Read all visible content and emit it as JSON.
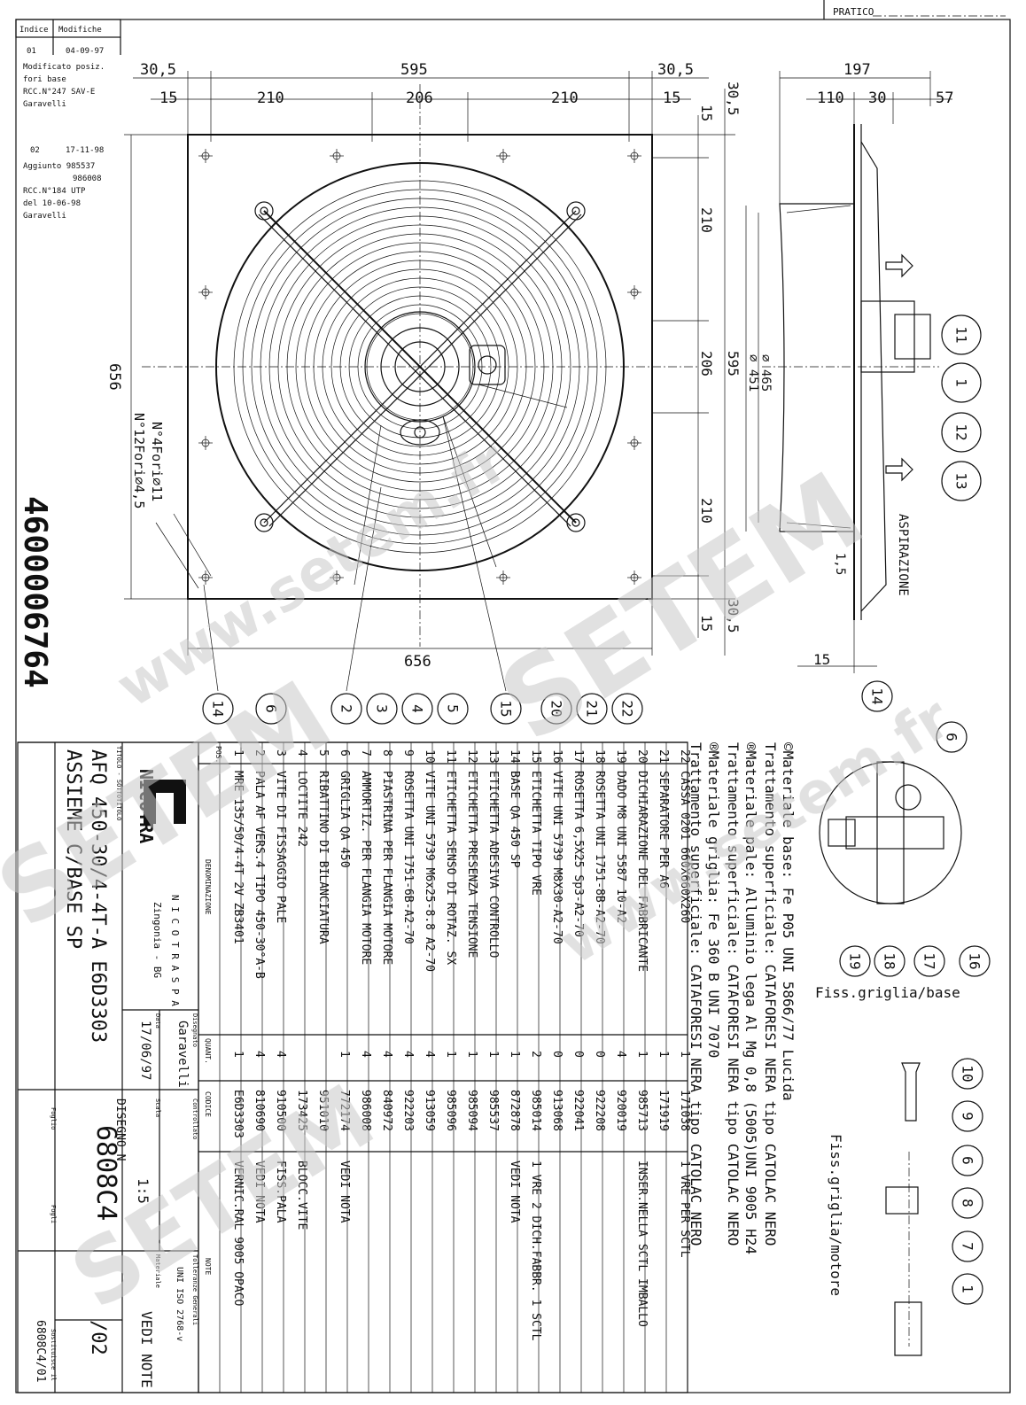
{
  "header": {
    "pratico_label": "PRATICO"
  },
  "revisions": {
    "col_indice": "Indice",
    "col_modifiche": "Modifiche",
    "rev1": {
      "index": "01",
      "date": "04-09-97",
      "lines": [
        "Modificato posiz.",
        "fori base",
        "RCC.N°247 SAV-E",
        "Garavelli"
      ]
    },
    "rev2": {
      "index": "02",
      "date": "17-11-98",
      "lines": [
        "Aggiunto 985537",
        "986008",
        "RCC.N°184 UTP",
        "del 10-06-98",
        "Garavelli"
      ]
    }
  },
  "part_code": "4600006764",
  "dimensions": {
    "front": {
      "top_overall": "595",
      "top_left_edge": "30,5",
      "top_right_edge": "30,5",
      "top_left_hole": "15",
      "top_right_hole": "15",
      "hole_spacing_left": "210",
      "hole_spacing_center": "206",
      "hole_spacing_right": "210",
      "left_height": "656",
      "bottom_width": "656",
      "right_top_edge": "30,5",
      "right_top_hole": "15",
      "right_upper": "210",
      "right_middle": "206",
      "right_lower": "210",
      "right_overall": "595",
      "right_bottom_edge": "30,5",
      "right_bottom_hole": "15",
      "holes_4": "N°4Fori∅11",
      "holes_12": "N°12Fori∅4,5"
    },
    "side": {
      "overall": "197",
      "left": "110",
      "mid": "30",
      "right": "57",
      "dia_small": "∅ 465",
      "dia_large": "∅ 451",
      "thickness": "1,5",
      "bottom": "15",
      "flow_label": "ASPIRAZIONE"
    }
  },
  "balloons_row": [
    "14",
    "6",
    "2",
    "3",
    "4",
    "5",
    "15",
    "20",
    "21",
    "22"
  ],
  "side_balloons": [
    "11",
    "1",
    "12",
    "13"
  ],
  "detail_base": {
    "caption": "Fiss.griglia/base",
    "balloons": [
      "6",
      "14",
      "19",
      "18",
      "17",
      "16"
    ]
  },
  "detail_motor": {
    "caption": "Fiss.griglia/motore",
    "balloons": [
      "10",
      "9",
      "6",
      "8",
      "7",
      "1"
    ]
  },
  "notes": [
    "©Materiale base: Fe P05 UNI 5866/77 Lucida",
    "  Trattamento superficiale: CATAFORESI NERA tipo CATOLAC NERO",
    "®Materiale pale: Alluminio lega Al Mg 0,8 (5005)UNI 9005 H24",
    "  Trattamento superficiale: CATAFORESI NERA tipo CATOLAC NERO",
    "®Materiale griglia: Fe 360 B UNI 7070",
    "  Trattamento superficiale: CATAFORESI NERA tipo CATOLAC NERO"
  ],
  "bom": {
    "rows": [
      {
        "pos": "22",
        "desc": "CASSA 0201 660X660X260",
        "qty": "1",
        "code": "171038",
        "note": "1 VRE PER SCTL"
      },
      {
        "pos": "21",
        "desc": "SEPARATORE PER A6",
        "qty": "1",
        "code": "171919",
        "note": ""
      },
      {
        "pos": "20",
        "desc": "DICHIARAZIONE DEL FABBRICANTE",
        "qty": "1",
        "code": "985713",
        "note": "INSER.NELLA SCTL IMBALLO"
      },
      {
        "pos": "19",
        "desc": "DADO M8 UNI 5587 10-A2",
        "qty": "4",
        "code": "920019",
        "note": ""
      },
      {
        "pos": "18",
        "desc": "ROSETTA UNI 1751-8B-A2-70",
        "qty": "0",
        "code": "922208",
        "note": ""
      },
      {
        "pos": "17",
        "desc": "ROSETTA 6,5X25 Sp3-A2-70",
        "qty": "0",
        "code": "922041",
        "note": ""
      },
      {
        "pos": "16",
        "desc": "VITE UNI 5739 M8X30-A2-70",
        "qty": "0",
        "code": "913068",
        "note": ""
      },
      {
        "pos": "15",
        "desc": "ETICHETTA TIPO VRE",
        "qty": "2",
        "code": "985014",
        "note": "1 VRE 2 DICH.FABBR. 1 SCTL"
      },
      {
        "pos": "14",
        "desc": "BASE QA 450 SP",
        "qty": "1",
        "code": "872878",
        "note": "VEDI NOTA"
      },
      {
        "pos": "13",
        "desc": "ETICHETTA ADESIVA CONTROLLO",
        "qty": "1",
        "code": "985537",
        "note": ""
      },
      {
        "pos": "12",
        "desc": "ETICHETTA PRESENZA TENSIONE",
        "qty": "1",
        "code": "985094",
        "note": ""
      },
      {
        "pos": "11",
        "desc": "ETICHETTA SENSO DI ROTAZ. SX",
        "qty": "1",
        "code": "985096",
        "note": ""
      },
      {
        "pos": "10",
        "desc": "VITE UNI 5739 M6x25-8.8 A2-70",
        "qty": "4",
        "code": "913059",
        "note": ""
      },
      {
        "pos": "9",
        "desc": "ROSETTA UNI 1751-6B-A2-70",
        "qty": "4",
        "code": "922203",
        "note": ""
      },
      {
        "pos": "8",
        "desc": "PIASTRINA PER FLANGIA MOTORE",
        "qty": "4",
        "code": "840972",
        "note": ""
      },
      {
        "pos": "7",
        "desc": "AMMORTIZ. PER FLANGIA MOTORE",
        "qty": "4",
        "code": "986008",
        "note": ""
      },
      {
        "pos": "6",
        "desc": "GRIGLIA QA 450",
        "qty": "1",
        "code": "772174",
        "note": "VEDI NOTA"
      },
      {
        "pos": "5",
        "desc": "RIBATTINO DI BILANCIATURA",
        "qty": "",
        "code": "951010",
        "note": ""
      },
      {
        "pos": "4",
        "desc": "LOCTITE 242",
        "qty": "",
        "code": "173425",
        "note": "BLOCC.VITE"
      },
      {
        "pos": "3",
        "desc": "VITE DI FISSAGGIO PALE",
        "qty": "4",
        "code": "910500",
        "note": "FISS.PALA"
      },
      {
        "pos": "2",
        "desc": "PALA AF VERS.4 TIPO 450-30°A-B",
        "qty": "4",
        "code": "810690",
        "note": "VEDI NOTA"
      },
      {
        "pos": "1",
        "desc": "MRE 135/50/4-4T 2V ZB3401",
        "qty": "1",
        "code": "E6D3303",
        "note": "VERNIC.RAL 9005 OPACO"
      }
    ],
    "header_pos": "POS.",
    "header_desc": "DENOMINAZIONE",
    "header_qty": "QUANT.",
    "header_code": "CODICE",
    "header_note": "NOTE"
  },
  "title_block": {
    "company": "NICOTRA",
    "company_full": "N I C O T R A   S P A",
    "location": "Zingonia - BG",
    "titolo_label": "TITOLO - SOTTOTITOLO",
    "title": "AFQ 450-30/4-4T-A E6D3303",
    "subtitle": "ASSIEME C/BASE SP",
    "disegnato_label": "Disegnato",
    "disegnato": "Garavelli",
    "data_label": "Data",
    "data": "17/06/97",
    "controllato_label": "Controllato",
    "scala_label": "Scala",
    "scala": "1:5",
    "disegno_label": "DISEGNO N",
    "disegno": "6808C4",
    "revision": "/02",
    "tolleranze_label": "Tolleranze Generali",
    "tolleranze": "UNI ISO 2768-v",
    "materiale_label": "Materiale",
    "materiale": "VEDI NOTE",
    "foglio_label": "Foglio",
    "fogli_label": "Fogli",
    "sostituisce_label": "Sostituisce il",
    "sostituisce": "6808C4/01"
  },
  "watermarks": [
    "www.setem.fr",
    "SETEM",
    "www.setem.fr",
    "SETEM",
    "SETEM"
  ]
}
